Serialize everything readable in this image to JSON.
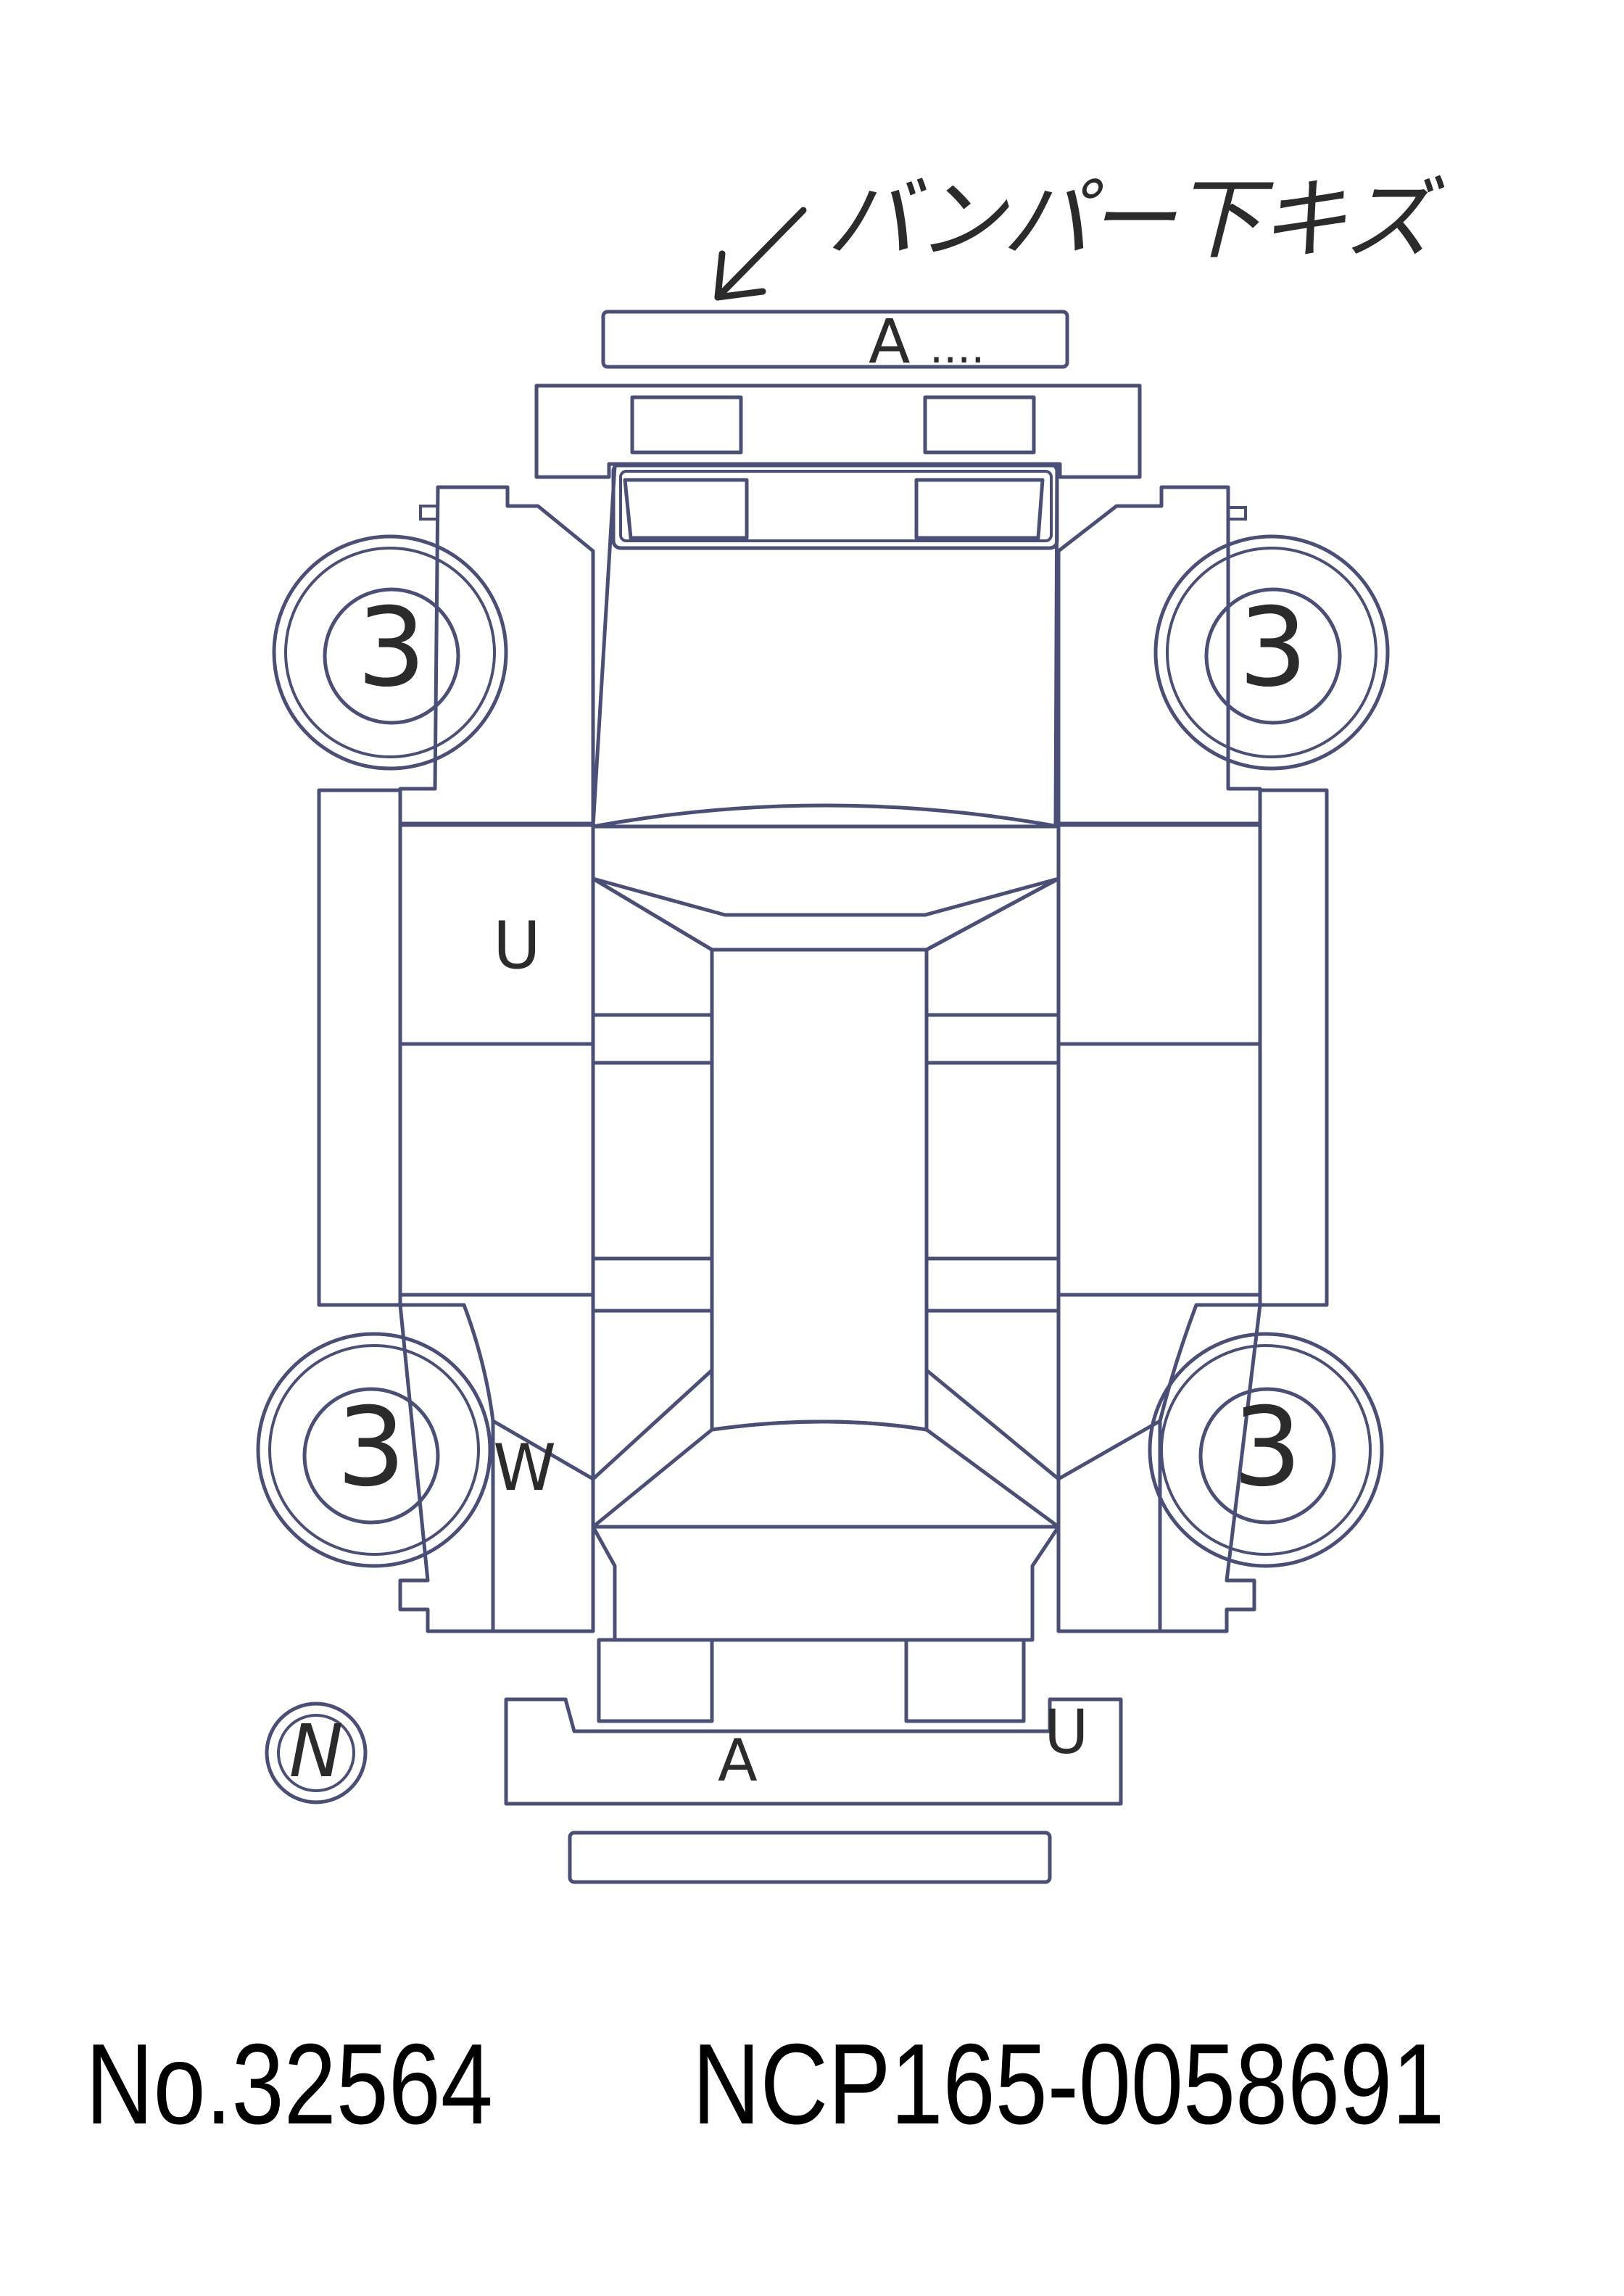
{
  "annotation": {
    "note_text": "バンパー下キズ",
    "front_bumper_mark": "A",
    "left_front_door_mark": "U",
    "left_rear_mark": "W",
    "rear_bumper_mark": "A",
    "rear_bumper_corner_mark": "U"
  },
  "tires": {
    "front_left": "3",
    "front_right": "3",
    "rear_left": "3",
    "rear_right": "3"
  },
  "spare": {
    "mark": "N"
  },
  "footer": {
    "stock_number": "No.32564",
    "chassis_number": "NCP165-0058691"
  }
}
